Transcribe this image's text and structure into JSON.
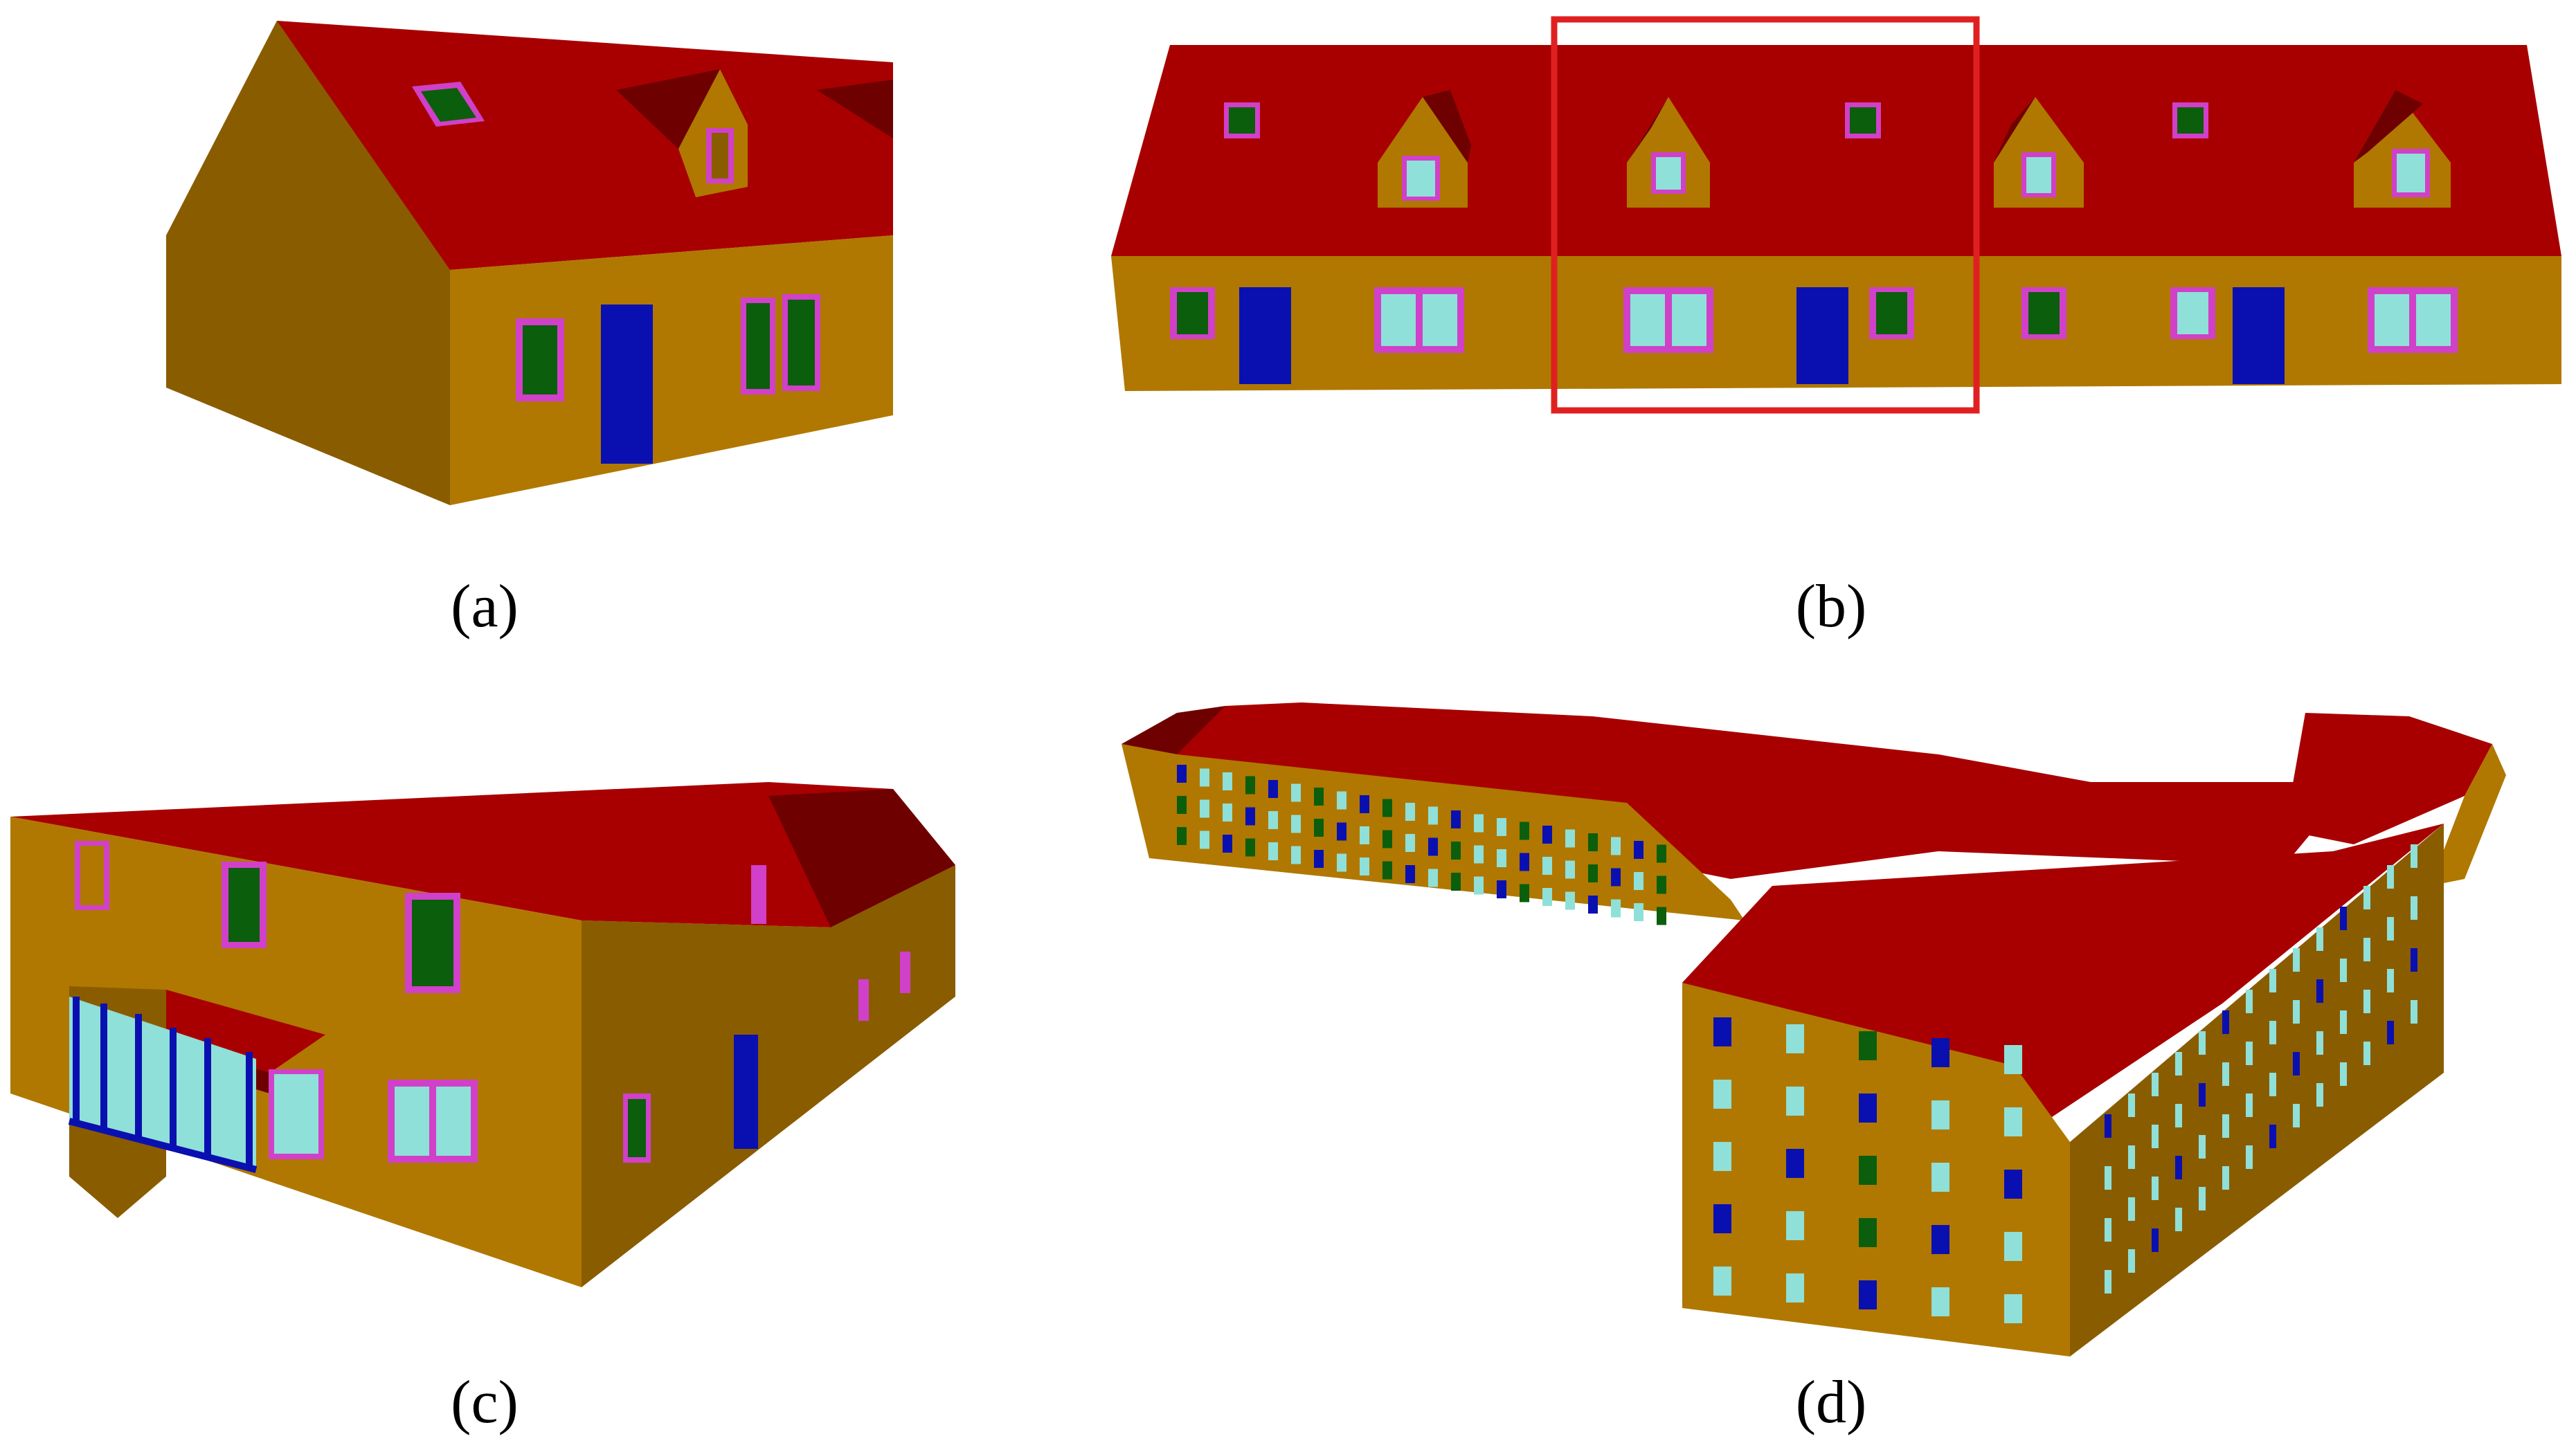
{
  "figure": {
    "panels": [
      {
        "id": "a",
        "caption": "(a)"
      },
      {
        "id": "b",
        "caption": "(b)"
      },
      {
        "id": "c",
        "caption": "(c)"
      },
      {
        "id": "d",
        "caption": "(d)"
      }
    ]
  },
  "colors": {
    "roof": "#a80000",
    "roof_light": "#c40d0d",
    "roof_dark": "#6e0000",
    "wall": "#b07800",
    "wall_dark": "#8a5c00",
    "window_glass": "#0b5e0b",
    "window_light": "#8fe0d8",
    "window_frame": "#d040c8",
    "door": "#0a10b0",
    "highlight_box": "#e02020"
  }
}
